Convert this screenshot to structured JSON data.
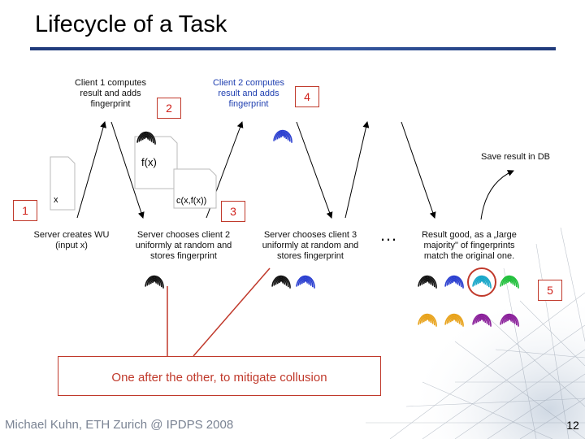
{
  "title": "Lifecycle of a Task",
  "labels": {
    "client1": "Client 1 computes result and adds fingerprint",
    "client2": "Client 2 computes result and adds fingerprint",
    "save": "Save result in DB",
    "server_creates": "Server creates WU (input x)",
    "server_client2": "Server chooses client 2 uniformly at random and stores fingerprint",
    "server_client3": "Server chooses client 3 uniformly at random and stores fingerprint",
    "result_good": "Result good, as a „large majority\" of fingerprints match the original one.",
    "ellipsis": "…",
    "fx": "f(x)",
    "x": "x",
    "cfx": "c(x,f(x))"
  },
  "steps": [
    "1",
    "2",
    "3",
    "4",
    "5"
  ],
  "callout": "One after the other, to mitigate collusion",
  "footer": "Michael Kuhn, ETH Zurich @ IPDPS 2008",
  "page_number": "12",
  "colors": {
    "accent_red": "#c0392b",
    "title_rule": "#2a4a8f",
    "fingerprint_black": "#111111",
    "fingerprint_blue": "#2b3fd0",
    "fingerprint_green": "#1fbf3a",
    "fingerprint_orange": "#e8a21a",
    "fingerprint_purple": "#8a1f9a",
    "fingerprint_cyan": "#17a6c8"
  }
}
